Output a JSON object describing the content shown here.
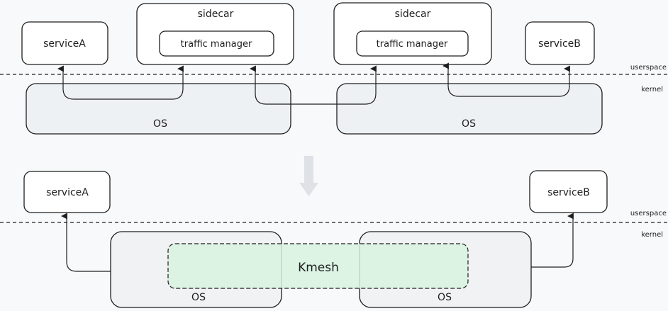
{
  "top": {
    "serviceA": "serviceA",
    "serviceB": "serviceB",
    "sidecar_left": "sidecar",
    "sidecar_right": "sidecar",
    "tm_left": "traffic manager",
    "tm_right": "traffic manager",
    "os_left": "OS",
    "os_right": "OS",
    "userspace": "userspace",
    "kernel": "kernel"
  },
  "bottom": {
    "serviceA": "serviceA",
    "serviceB": "serviceB",
    "kmesh": "Kmesh",
    "os_left": "OS",
    "os_right": "OS",
    "userspace": "userspace",
    "kernel": "kernel"
  },
  "colors": {
    "stroke": "#1e1e1e",
    "os_fill": "#eef1f3",
    "kmesh_fill": "#d8f3e0",
    "transition_arrow": "#dee2e6"
  }
}
